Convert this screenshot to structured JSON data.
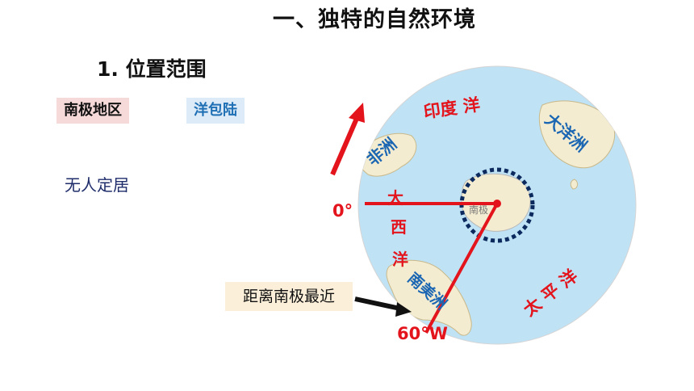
{
  "title": "一、独特的自然环境",
  "subtitle": "1. 位置范围",
  "tags": {
    "antarctic_region": "南极地区",
    "ocean_surrounds_land": "洋包陆"
  },
  "note_uninhabited": "无人定居",
  "note_nearest": "距离南极最近",
  "map": {
    "indian_ocean": "印度 洋",
    "africa": "非洲",
    "australia": "大洋洲",
    "atlantic": [
      "大",
      "西",
      "洋"
    ],
    "antarctica": "南极",
    "south_america": "南美洲",
    "pacific": "太 平 洋",
    "label_0deg": "0°",
    "label_60w": "60°W"
  },
  "colors": {
    "ocean": "#bfe2f5",
    "land": "#f3ecd0",
    "red": "#e3141c",
    "blue_text": "#1a66b3",
    "circle_dash": "#0c2a5e"
  }
}
